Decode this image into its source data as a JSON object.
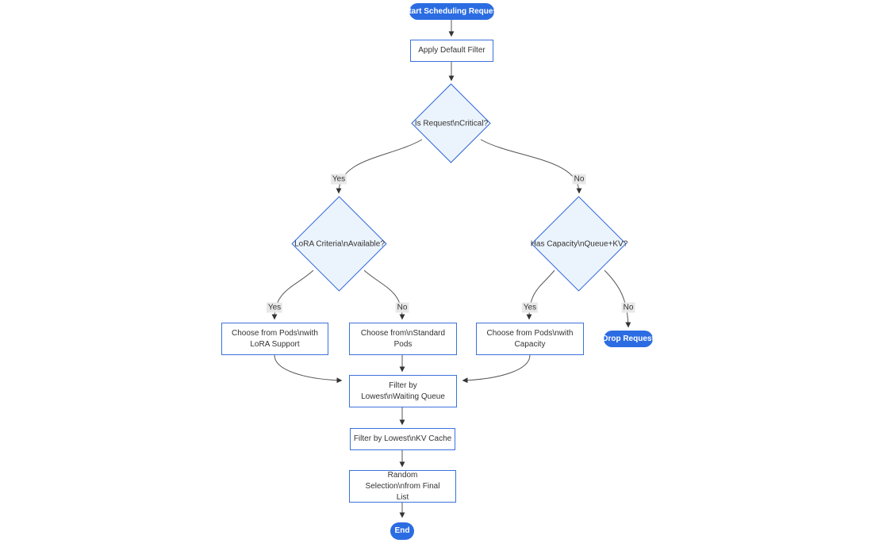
{
  "diagram": {
    "type": "flowchart",
    "direction": "top-down",
    "colors": {
      "accent": "#2b6ce2",
      "accent-text": "#ffffff",
      "rect-fill": "#ffffff",
      "rect-border": "#3a72dd",
      "diamond-fill": "#ebf3fc",
      "diamond-border": "#2f66d9",
      "edge-line": "#555555",
      "arrow": "#333333",
      "label-bg": "#e8e8e8",
      "text": "#333333",
      "background": "#ffffff"
    },
    "nodes": {
      "start": {
        "label": "Start Scheduling Request",
        "shape": "pill"
      },
      "apply_filter": {
        "label": "Apply Default Filter",
        "shape": "rect"
      },
      "is_critical": {
        "label": "Is Request\\nCritical?",
        "shape": "diamond"
      },
      "lora_criteria": {
        "label": "LoRA Criteria\\nAvailable?",
        "shape": "diamond"
      },
      "has_capacity": {
        "label": "Has Capacity\\nQueue+KV?",
        "shape": "diamond"
      },
      "choose_lora": {
        "label": "Choose from Pods\\nwith LoRA Support",
        "shape": "rect"
      },
      "choose_standard": {
        "label": "Choose from\\nStandard Pods",
        "shape": "rect"
      },
      "choose_capacity": {
        "label": "Choose from Pods\\nwith Capacity",
        "shape": "rect"
      },
      "drop_request": {
        "label": "Drop Request",
        "shape": "pill"
      },
      "filter_queue": {
        "label": "Filter by Lowest\\nWaiting Queue",
        "shape": "rect"
      },
      "filter_kv": {
        "label": "Filter by Lowest\\nKV Cache",
        "shape": "rect"
      },
      "random_selection": {
        "label": "Random Selection\\nfrom Final List",
        "shape": "rect"
      },
      "end": {
        "label": "End",
        "shape": "pill"
      }
    },
    "edge_labels": {
      "critical_yes": "Yes",
      "critical_no": "No",
      "lora_yes": "Yes",
      "lora_no": "No",
      "capacity_yes": "Yes",
      "capacity_no": "No"
    },
    "edges": [
      {
        "from": "start",
        "to": "apply_filter",
        "label": ""
      },
      {
        "from": "apply_filter",
        "to": "is_critical",
        "label": ""
      },
      {
        "from": "is_critical",
        "to": "lora_criteria",
        "label": "Yes"
      },
      {
        "from": "is_critical",
        "to": "has_capacity",
        "label": "No"
      },
      {
        "from": "lora_criteria",
        "to": "choose_lora",
        "label": "Yes"
      },
      {
        "from": "lora_criteria",
        "to": "choose_standard",
        "label": "No"
      },
      {
        "from": "has_capacity",
        "to": "choose_capacity",
        "label": "Yes"
      },
      {
        "from": "has_capacity",
        "to": "drop_request",
        "label": "No"
      },
      {
        "from": "choose_lora",
        "to": "filter_queue",
        "label": ""
      },
      {
        "from": "choose_standard",
        "to": "filter_queue",
        "label": ""
      },
      {
        "from": "choose_capacity",
        "to": "filter_queue",
        "label": ""
      },
      {
        "from": "filter_queue",
        "to": "filter_kv",
        "label": ""
      },
      {
        "from": "filter_kv",
        "to": "random_selection",
        "label": ""
      },
      {
        "from": "random_selection",
        "to": "end",
        "label": ""
      }
    ]
  }
}
